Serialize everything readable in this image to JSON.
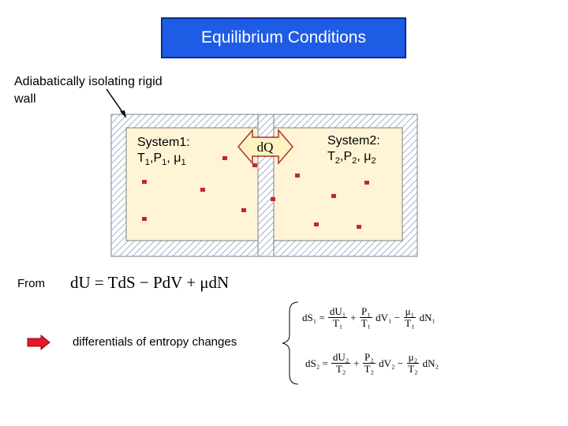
{
  "title": "Equilibrium Conditions",
  "wall_caption": "Adiabatically isolating rigid wall",
  "system1": {
    "line1": "System1:",
    "t": "T",
    "sub1": "1",
    "p": ",P",
    "sub2": "1",
    "mu": ", μ",
    "sub3": "1"
  },
  "system2": {
    "line1": "System2:",
    "t": "T",
    "sub1": "2",
    "p": ",P",
    "sub2": "2",
    "mu": ", μ",
    "sub3": "2"
  },
  "heat_label": "dQ",
  "from_label": "From",
  "first_law": "dU = TdS − PdV + μdN",
  "arrow_text": "differentials of entropy changes",
  "eq1": {
    "lhs": "dS₁ =",
    "dU": "dU₁",
    "T1": "T₁",
    "plus": "+",
    "P": "P₁",
    "T2": "T₁",
    "dV": "dV₁ −",
    "mu": "μ₁",
    "T3": "T₁",
    "dN": "dN₁"
  },
  "eq2": {
    "lhs": "dS₂ =",
    "dU": "dU₂",
    "T1": "T₂",
    "plus": "+",
    "P": "P₂",
    "T2": "T₂",
    "dV": "dV₂ −",
    "mu": "μ₂",
    "T3": "T₂",
    "dN": "dN₂"
  },
  "colors": {
    "title_bg": "#1f5ce6",
    "box_fill": "#fff5d6",
    "hatch": "#9fb4c8",
    "particle": "#c0282a",
    "arrow_fill": "#fdf3c2",
    "red_arrow": "#e8152b"
  }
}
